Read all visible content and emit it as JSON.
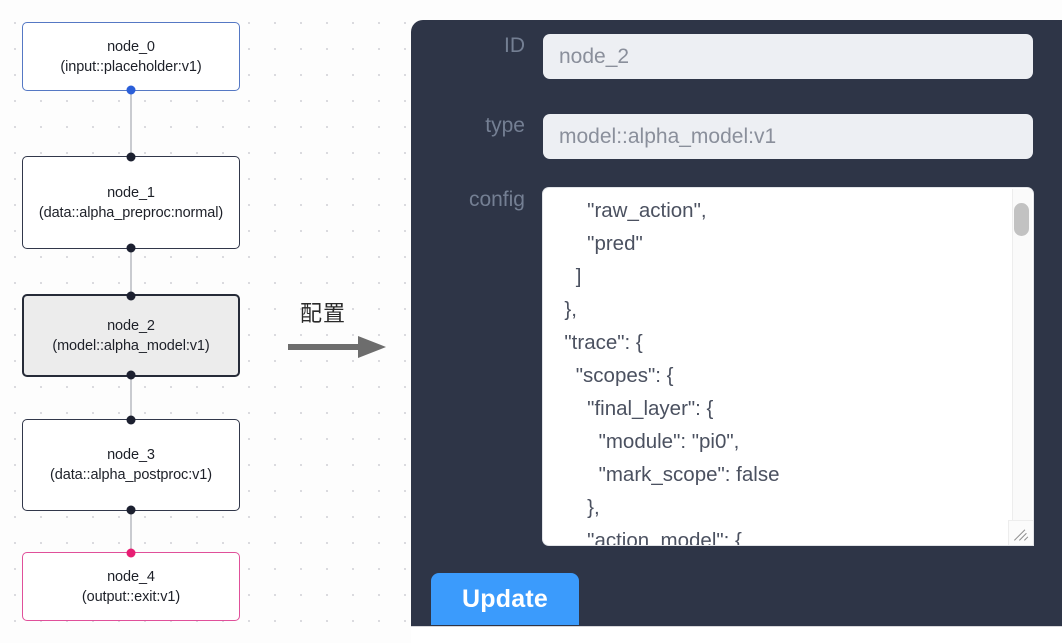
{
  "graph": {
    "nodes": [
      {
        "id": "node_0",
        "label": "node_0\n(input::placeholder:v1)",
        "kind": "input",
        "selected": false
      },
      {
        "id": "node_1",
        "label": "node_1\n(data::alpha_preproc:normal)",
        "kind": "default",
        "selected": false
      },
      {
        "id": "node_2",
        "label": "node_2\n(model::alpha_model:v1)",
        "kind": "default",
        "selected": true
      },
      {
        "id": "node_3",
        "label": "node_3\n(data::alpha_postproc:v1)",
        "kind": "default",
        "selected": false
      },
      {
        "id": "node_4",
        "label": "node_4\n(output::exit:v1)",
        "kind": "output",
        "selected": false
      }
    ],
    "edges": [
      {
        "from": "node_0",
        "to": "node_1"
      },
      {
        "from": "node_1",
        "to": "node_2"
      },
      {
        "from": "node_2",
        "to": "node_3"
      },
      {
        "from": "node_3",
        "to": "node_4"
      }
    ],
    "colors": {
      "input_border": "#5578c4",
      "output_border": "#e0509a",
      "default_border": "#31374a",
      "selected_fill": "#ececec",
      "edge": "#c9cbd0",
      "handle": "#1c2030",
      "handle_input": "#2b5fd9",
      "handle_output": "#e81d73"
    }
  },
  "arrow": {
    "label": "配置",
    "color": "#6d6d6d"
  },
  "panel": {
    "background": "#2e3547",
    "fields": [
      {
        "key": "id",
        "label": "ID",
        "value": "node_2"
      },
      {
        "key": "type",
        "label": "type",
        "value": "model::alpha_model:v1"
      },
      {
        "key": "config",
        "label": "config",
        "value": ""
      }
    ],
    "id": {
      "label": "ID",
      "value": "node_2"
    },
    "type": {
      "label": "type",
      "value": "model::alpha_model:v1"
    },
    "config": {
      "label": "config",
      "value": "      \"raw_action\",\n      \"pred\"\n    ]\n  },\n  \"trace\": {\n    \"scopes\": {\n      \"final_layer\": {\n        \"module\": \"pi0\",\n        \"mark_scope\": false\n      },\n      \"action_model\": {"
    },
    "update_button": {
      "label": "Update",
      "color": "#3b9bfc"
    }
  }
}
